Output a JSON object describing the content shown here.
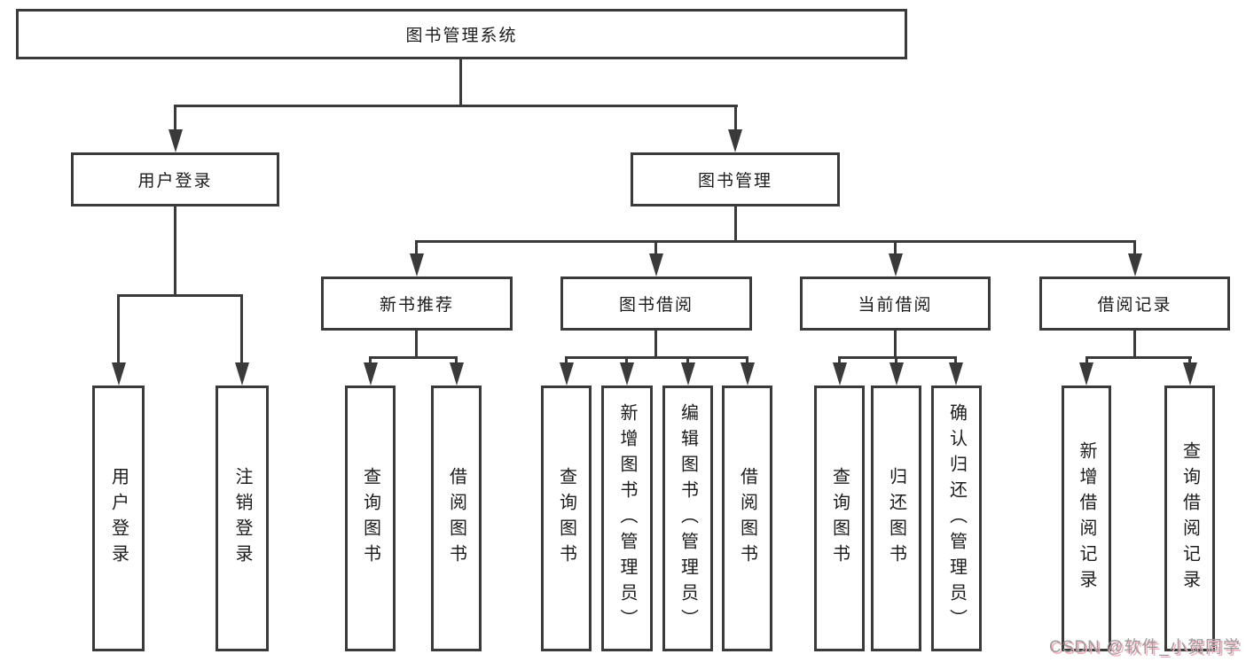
{
  "tree": {
    "root": {
      "label": "图书管理系统"
    },
    "level1": [
      {
        "label": "用户登录"
      },
      {
        "label": "图书管理"
      }
    ],
    "login_children": [
      {
        "label": "用户登录"
      },
      {
        "label": "注销登录"
      }
    ],
    "management_groups": [
      {
        "label": "新书推荐",
        "children": [
          {
            "label": "查询图书"
          },
          {
            "label": "借阅图书"
          }
        ]
      },
      {
        "label": "图书借阅",
        "children": [
          {
            "label": "查询图书"
          },
          {
            "label": "新增图书（管理员）"
          },
          {
            "label": "编辑图书（管理员）"
          },
          {
            "label": "借阅图书"
          }
        ]
      },
      {
        "label": "当前借阅",
        "children": [
          {
            "label": "查询图书"
          },
          {
            "label": "归还图书"
          },
          {
            "label": "确认归还（管理员）"
          }
        ]
      },
      {
        "label": "借阅记录",
        "children": [
          {
            "label": "新增借阅记录"
          },
          {
            "label": "查询借阅记录"
          }
        ]
      }
    ]
  },
  "watermark": {
    "text": "CSDN @软件_小贺同学"
  },
  "colors": {
    "line": "#3a3a3a",
    "text": "#1c1c1c",
    "background": "#ffffff",
    "watermark_text": "#9b9b9b",
    "watermark_shadow": "#f3aab8"
  }
}
